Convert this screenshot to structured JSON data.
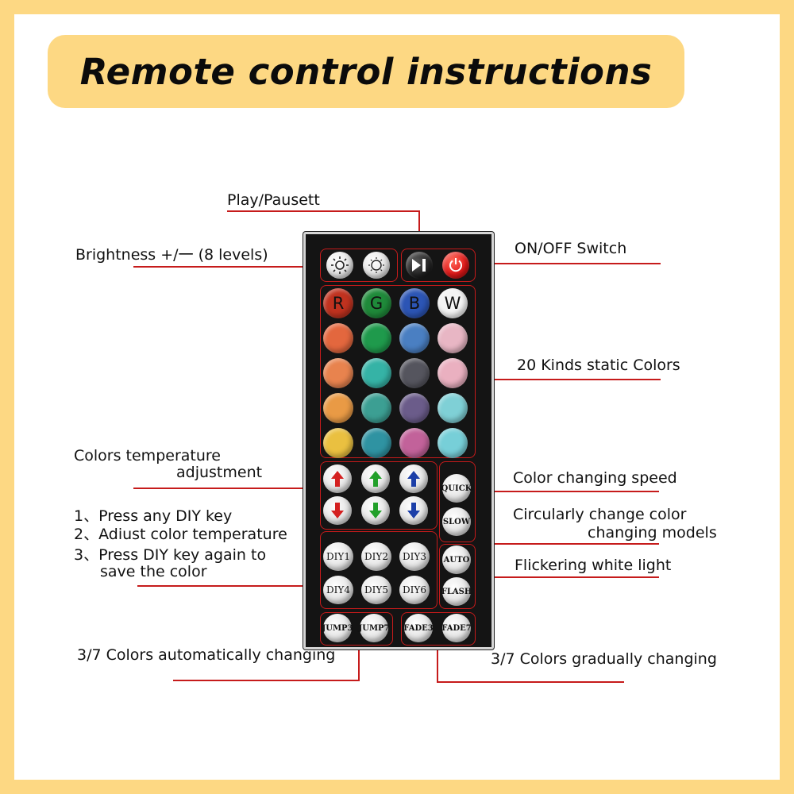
{
  "title": "Remote control instructions",
  "labels": {
    "play_pause": "Play/Pausett",
    "brightness": "Brightness +/一  (8 levels)",
    "on_off": "ON/OFF Switch",
    "static_colors": "20 Kinds static Colors",
    "color_temp_line1": "Colors temperature",
    "color_temp_line2": "adjustment",
    "color_speed": "Color changing speed",
    "circular_line1": "Circularly change color",
    "circular_line2": "changing models",
    "diy_step1": "1、Press any DIY key",
    "diy_step2": "2、Adiust color temperature",
    "diy_step3a": "3、Press DIY key again to",
    "diy_step3b": "save the color",
    "flicker": "Flickering white light",
    "jump": "3/7 Colors automatically changing",
    "fade": "3/7 Colors gradually changing"
  },
  "remote": {
    "rgbw_letters": [
      "R",
      "G",
      "B",
      "W"
    ],
    "rgbw_colors": [
      "#c0321f",
      "#1f8a3a",
      "#2c55b5",
      "#f4f4f4"
    ],
    "color_rows": [
      [
        "#e3673e",
        "#1f9a4c",
        "#4a7fc2",
        "#e8b6c4"
      ],
      [
        "#e8834e",
        "#35b3a6",
        "#55555e",
        "#eab0c0"
      ],
      [
        "#e99a45",
        "#3c9f93",
        "#6b5c8a",
        "#7fd0d6"
      ],
      [
        "#eac040",
        "#2f93a2",
        "#c2629a",
        "#77cfd8"
      ]
    ],
    "quick_label": "QUICK",
    "slow_label": "SLOW",
    "auto_label": "AUTO",
    "flash_label": "FLASH",
    "diy_labels": [
      "DIY1",
      "DIY2",
      "DIY3",
      "DIY4",
      "DIY5",
      "DIY6"
    ],
    "jump_labels": [
      "JUMP3",
      "JUMP7"
    ],
    "fade_labels": [
      "FADE3",
      "FADE7"
    ],
    "arrow_colors": [
      "#d42020",
      "#22a02a",
      "#1c3fa8"
    ]
  },
  "colors": {
    "border": "#fdd883",
    "callout_line": "#c61b1b",
    "power_red": "#e01818"
  },
  "icons": {
    "brightness_up": "sun-icon",
    "brightness_down": "sun-outline-icon",
    "play_pause": "play-pause-icon",
    "power": "power-icon"
  }
}
